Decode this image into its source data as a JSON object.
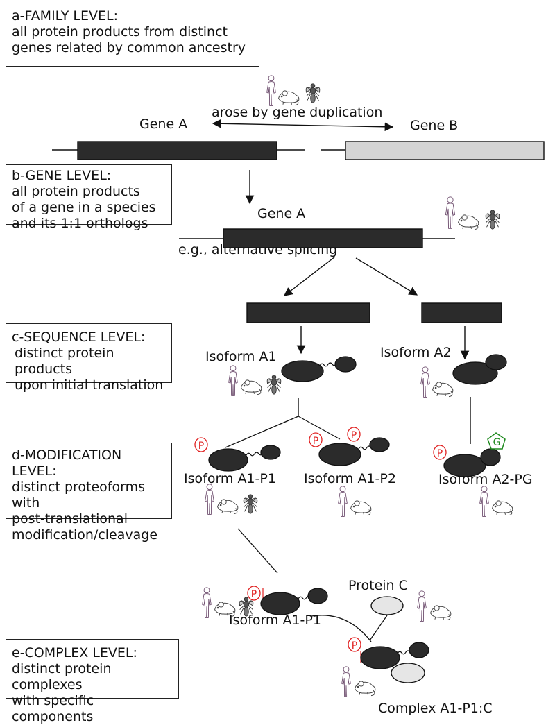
{
  "levels": {
    "family": {
      "title": "a-FAMILY LEVEL:",
      "line1": "all protein products from distinct",
      "line2": "genes related by common ancestry"
    },
    "gene": {
      "title": "b-GENE LEVEL:",
      "line1": "all protein products",
      "line2": "of a gene in a species",
      "line3": "and its 1:1 orthologs"
    },
    "sequence": {
      "title": "c-SEQUENCE LEVEL:",
      "line1": "distinct protein products",
      "line2": "upon initial translation"
    },
    "modification": {
      "title": "d-MODIFICATION LEVEL:",
      "line1": "distinct proteoforms with",
      "line2": "post-translational",
      "line3": "modification/cleavage"
    },
    "complex": {
      "title": "e-COMPLEX LEVEL:",
      "line1": "distinct protein complexes",
      "line2": "with specific components"
    }
  },
  "labels": {
    "arose": "arose by gene duplication",
    "gene_a_top": "Gene A",
    "gene_b": "Gene B",
    "gene_a_mid": "Gene A",
    "splicing": "e.g., alternative splicing",
    "isoform_a1": "Isoform A1",
    "isoform_a2": "Isoform A2",
    "isoform_a1_p1": "Isoform A1-P1",
    "isoform_a1_p2": "Isoform A1-P2",
    "isoform_a2_pg": "Isoform A2-PG",
    "protein_c": "Protein C",
    "isoform_a1_p1_bottom": "Isoform A1-P1",
    "complex_a1_p1_c": "Complex A1-P1:C"
  },
  "marks": {
    "phospho": "P",
    "glyco": "G"
  },
  "colors": {
    "dark": "#2b2b2b",
    "light_gene": "#d4d4d4",
    "protein_c": "#e6e6e6",
    "phospho_red": "#e02020",
    "glyco_green": "#1f8a1f",
    "organism_outline": "#6b4a6b"
  },
  "organisms": {
    "human": "human-icon",
    "mouse": "mouse-icon",
    "fly": "fly-icon"
  }
}
